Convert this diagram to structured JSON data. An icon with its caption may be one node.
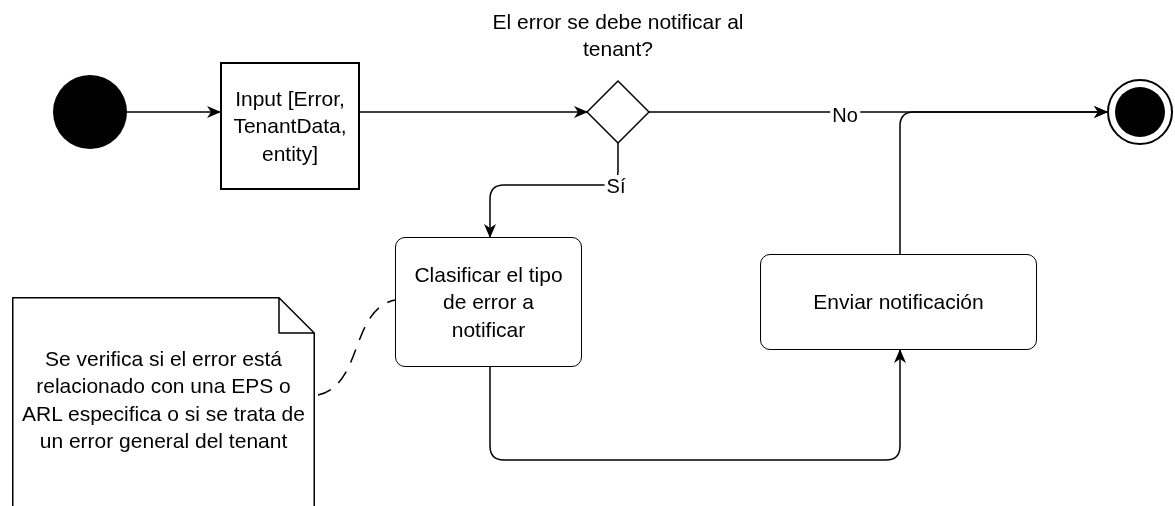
{
  "diagram": {
    "nodes": [
      {
        "text": [],
        "shape": "circle"
      },
      {
        "text": [
          "Input [Error, TenantData, entity]"
        ]
      },
      {
        "text": [
          "El error se debe notificar al tenant?"
        ]
      },
      {
        "text": [],
        "shape": "circle"
      },
      {
        "text": [
          "Clasificar el tipo de error a notificar"
        ]
      },
      {
        "text": [
          "Enviar notificación"
        ]
      },
      {
        "text": [
          "Se verifica si el error está relacionado con una EPS o ARL especifica o si se trata de un error general del tenant"
        ]
      }
    ],
    "edges": [
      {
        "from": 0,
        "to": 1,
        "arrow": "to"
      },
      {
        "from": 1,
        "to": 2,
        "arrow": "to"
      },
      {
        "from": 2,
        "to": 3,
        "arrow": "to",
        "label": "No"
      },
      {
        "from": 2,
        "to": 4,
        "arrow": "to",
        "label": "Sí"
      },
      {
        "from": 4,
        "to": 5,
        "arrow": "to"
      },
      {
        "from": 5,
        "to": 3,
        "arrow": "to"
      },
      {
        "from": 6,
        "to": 4,
        "arrow": "none",
        "style": "dashed"
      }
    ]
  }
}
